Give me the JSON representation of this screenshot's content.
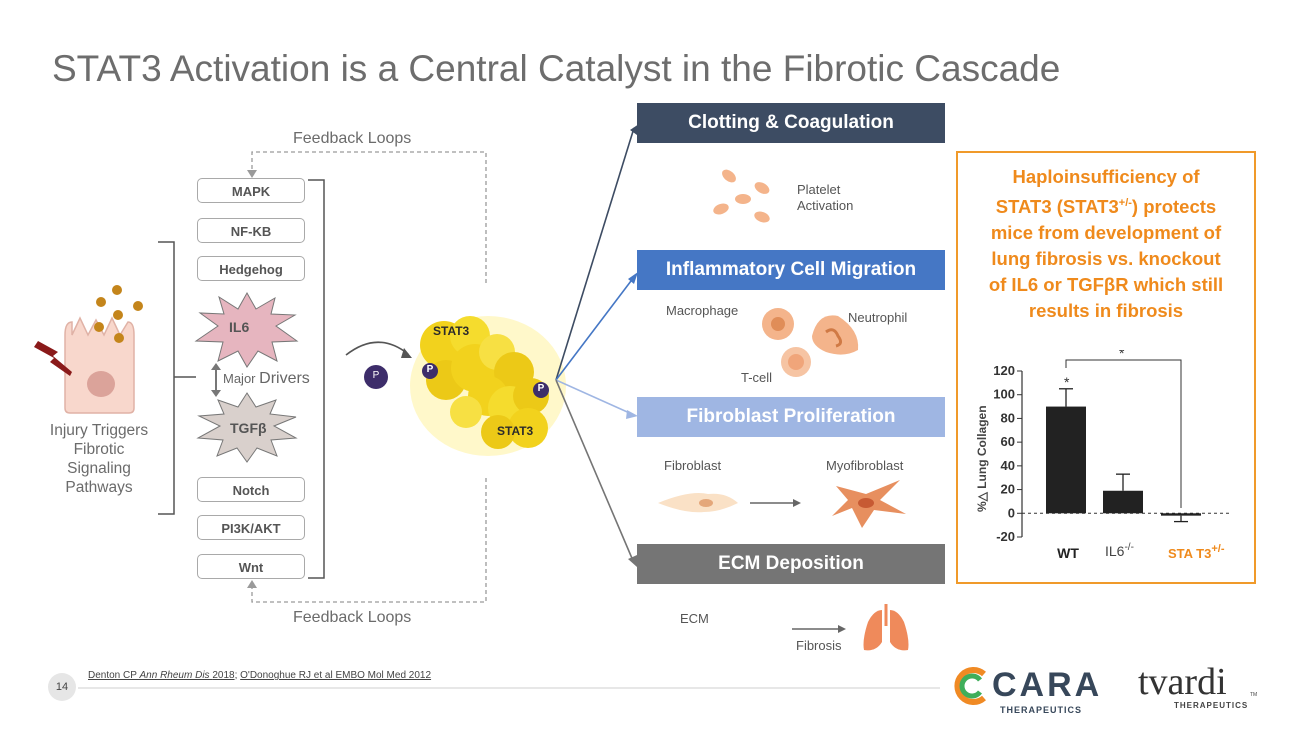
{
  "title": "STAT3 Activation is a Central Catalyst in the Fibrotic Cascade",
  "feedback_top": "Feedback Loops",
  "feedback_bottom": "Feedback Loops",
  "pathways": [
    "MAPK",
    "NF-KB",
    "Hedgehog",
    "Notch",
    "PI3K/AKT",
    "Wnt"
  ],
  "drivers": {
    "il6": "IL6",
    "tgfb": "TGFβ",
    "major": "Major",
    "drivers": "Drivers"
  },
  "injury_label": [
    "Injury Triggers",
    "Fibrotic",
    "Signaling",
    "Pathways"
  ],
  "stat3": {
    "label_a": "STAT3",
    "label_b": "STAT3",
    "phospho": "P"
  },
  "outcomes": {
    "clotting": {
      "label": "Clotting & Coagulation",
      "color": "#3d4c63",
      "sub": [
        "Platelet",
        "Activation"
      ]
    },
    "inflammatory": {
      "label": "Inflammatory Cell Migration",
      "color": "#4577c5",
      "macrophage": "Macrophage",
      "neutrophil": "Neutrophil",
      "tcell": "T-cell"
    },
    "fibroblast": {
      "label": "Fibroblast Proliferation",
      "color": "#9fb6e3",
      "fibroblast": "Fibroblast",
      "myofibroblast": "Myofibroblast"
    },
    "ecm": {
      "label": "ECM Deposition",
      "color": "#757575",
      "ecm": "ECM",
      "fibrosis": "Fibrosis"
    }
  },
  "callout": {
    "line1": "Haploinsufficiency of",
    "line2a": "STAT3 (STAT3",
    "line2sup": "+/-",
    "line2b": ") protects",
    "line3": "mice from development of",
    "line4": "lung fibrosis vs. knockout",
    "line5": "of IL6 or TGFβR which still",
    "line6": "results in fibrosis",
    "accent": "#ef8a1c"
  },
  "chart_data": {
    "type": "bar",
    "categories": [
      "WT",
      "IL6-/-",
      "STAT3+/-"
    ],
    "category_labels": {
      "wt": "WT",
      "il6": "IL6",
      "il6_sup": "-/-",
      "stat": "STA T3",
      "stat_sup": "+/-"
    },
    "values": [
      90,
      19,
      -2
    ],
    "errors": [
      15,
      14,
      5
    ],
    "ylabel": "%△ Lung Collagen",
    "ylim": [
      -20,
      120
    ],
    "yticks": [
      -20,
      0,
      20,
      40,
      60,
      80,
      100,
      120
    ],
    "ytick_labels": [
      "-20",
      "0",
      "20",
      "40",
      "60",
      "80",
      "100",
      "120"
    ],
    "significance": [
      "*",
      "*"
    ]
  },
  "footnote": {
    "a": "Denton CP ",
    "b": "Ann Rheum Dis ",
    "c": "2018",
    "d": "; ",
    "e": "O'Donoghue RJ et al EMBO Mol Med 2012"
  },
  "page_number": "14",
  "logos": {
    "cara_name": "CARA",
    "cara_sub": "THERAPEUTICS",
    "tvardi_name": "tvardi",
    "tvardi_sub": "THERAPEUTICS",
    "tm": "TM"
  }
}
